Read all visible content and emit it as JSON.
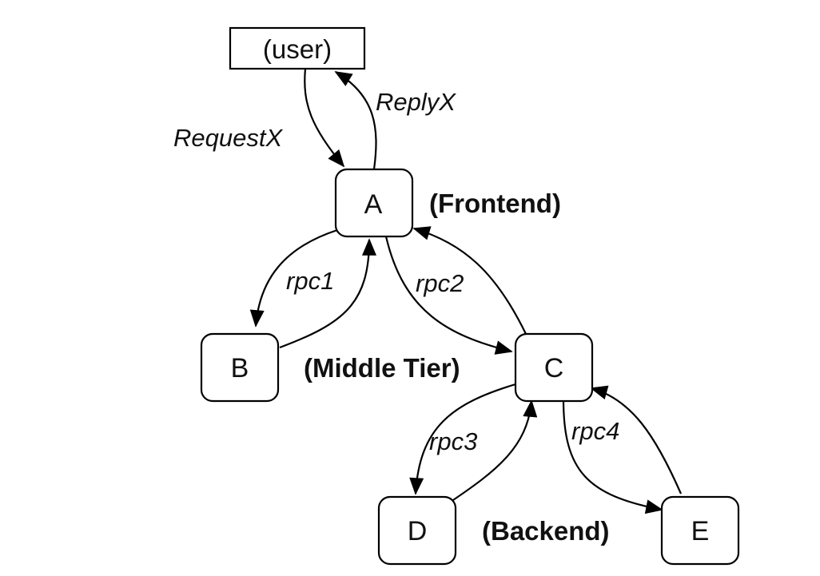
{
  "nodes": {
    "user": "(user)",
    "a": "A",
    "b": "B",
    "c": "C",
    "d": "D",
    "e": "E"
  },
  "tiers": {
    "frontend": "(Frontend)",
    "middle": "(Middle Tier)",
    "backend": "(Backend)"
  },
  "edges": {
    "request": "RequestX",
    "reply": "ReplyX",
    "rpc1": "rpc1",
    "rpc2": "rpc2",
    "rpc3": "rpc3",
    "rpc4": "rpc4"
  },
  "colors": {
    "stroke": "#000000",
    "background": "#ffffff"
  }
}
